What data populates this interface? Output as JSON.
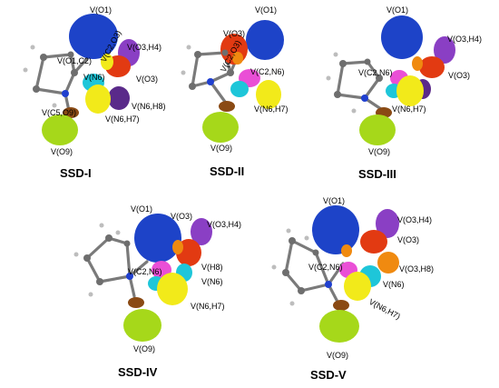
{
  "colors": {
    "blue": "#1d43c8",
    "purple": "#8a3fc4",
    "red": "#e23a12",
    "orange": "#f08a10",
    "yellow": "#f2ea1a",
    "cyan": "#1ec6d9",
    "magenta": "#ea4fd6",
    "lime": "#a6d81a",
    "brown": "#8a4a14",
    "darkpurple": "#5a2a8a",
    "atom": "#6e6e6e",
    "hydrogen": "#bdbdbd",
    "nitrogen": "#2040d0"
  },
  "panels": [
    {
      "title": "SSD-I",
      "labels": [
        "V(O1)",
        "V(O1,C2)",
        "V(C2,O3)",
        "V(O3,H4)",
        "V(O3)",
        "V(N6)",
        "V(N6,H8)",
        "V(N6,H7)",
        "V(C5,O9)",
        "V(O9)"
      ]
    },
    {
      "title": "SSD-II",
      "labels": [
        "V(O1)",
        "V(O3)",
        "V(C2,O3)",
        "V(C2,N6)",
        "V(N6,H7)",
        "V(O9)"
      ]
    },
    {
      "title": "SSD-III",
      "labels": [
        "V(O1)",
        "V(O3,H4)",
        "V(C2,N6)",
        "V(O3)",
        "V(N6,H7)",
        "V(O9)"
      ]
    },
    {
      "title": "SSD-IV",
      "labels": [
        "V(O1)",
        "V(O3)",
        "V(O3,H4)",
        "V(H8)",
        "V(C2,N6)",
        "V(N6)",
        "V(N6,H7)",
        "V(O9)"
      ]
    },
    {
      "title": "SSD-V",
      "labels": [
        "V(O1)",
        "V(O3,H4)",
        "V(O3)",
        "V(C2,N6)",
        "V(O3,H8)",
        "V(N6)",
        "V(N6,H7)",
        "V(O9)"
      ]
    }
  ]
}
